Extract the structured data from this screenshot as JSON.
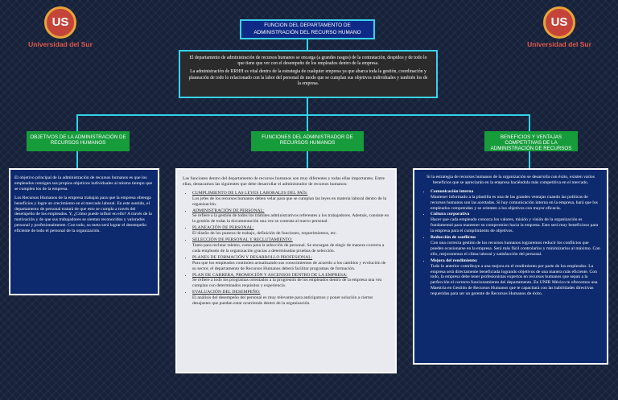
{
  "logos": {
    "left": {
      "text": "Universidad del Sur",
      "monogram": "US"
    },
    "right": {
      "text": "Universidad del Sur",
      "monogram": "US"
    }
  },
  "title": "FUNCION DEL DEPARTAMENTO DE ADMINISTRACIÓN DEL RECURSO HUMANO",
  "intro": {
    "p1": "El departamento de administración de recursos humanos se encarga (a grandes rasgos) de la contratación, despidos y de todo lo que tiene que ver con el desempeño de los empleados dentro de la empresa.",
    "p2": "La administración de RRHH es vital dentro de la estrategia de cualquier empresa ya que abarca toda la gestión, coordinación y planeación de todo lo relacionado con la labor del personal de modo que se cumplan sus objetivos individuales y también los de la empresa."
  },
  "categories": [
    {
      "label": "OBJETIVOS DE LA ADMINISTRACIÓN DE RECURSOS HUMANOS"
    },
    {
      "label": "FUNCIONES DEL ADMINISTRADOR DE RECURSOS HUMANOS"
    },
    {
      "label": "BENEFICIOS Y VENTAJAS COMPETITIVAS DE LA ADMINISTRACIÓN DE RECURSOS HUMANOS"
    }
  ],
  "objectives": {
    "p1": "El objetivo principal de la administración de recursos humanos es que los empleados consigan sus propios objetivos individuales al mismo tiempo que se cumplen los de la empresa.",
    "p2": "Los Recursos Humanos de la empresa trabajan para que la empresa obtenga beneficios y logre un crecimiento en el mercado laboral. En este sentido, el departamento de personal tratará de que esto se cumpla a través del desempeño de los empleados. Y, ¿Cómo puede influir en ello? A través de la motivación y de que sus trabajadores se sientan reconocidos y valorados personal y profesionalmente. Con todo, su meta será lograr el desempeño eficiente de todo el personal de la organización."
  },
  "functions": {
    "intro": "Las funciones dentro del departamento de recursos humanos son muy diferentes y todas ellas importantes. Entre ellas, destacamos las siguientes que debe desarrollar el administrador de recursos humanos:",
    "items": [
      {
        "title": "CUMPLIMIENTO DE LAS LEYES LABORALES DEL PAÍS:",
        "text": "Los jefes de los recursos humanos deben velar para que se cumplan las leyes en materia laboral dentro de la organización."
      },
      {
        "title": "ADMINISTRACIÓN DE PERSONAL:",
        "text": "Se refiere a la gestión de todos los trámites administrativos referentes a los trabajadores. Además, consiste en la gestión de todas la documentación una vez se contrata al nuevo personal."
      },
      {
        "title": "PLANEACIÓN DE PERSONAL:",
        "text": "El diseño de los puestos de trabajo, definición de funciones, requerimientos, etc."
      },
      {
        "title": "SELECCIÓN DE PERSONAL Y RECLUTAMIENTO:",
        "text": "Tanto para reclutar talento, como para la selección de personal. Se encargan de elegir de manera correcta a cada empleado de la organización gracias a determinadas pruebas de selección."
      },
      {
        "title": "PLANES DE FORMACIÓN Y DESARROLLO PROFESIONAL:",
        "text": "Para que los empleados continúen actualizando sus conocimientos de acuerdo a los cambios y evolución de su sector, el departamento de Recursos Humanos deberá facilitar programas de formación."
      },
      {
        "title": "PLAN DE CARRERA, PROMOCIÓN Y ASCENSOS DENTRO DE LA EMPRESA:",
        "text": "Se refiere a todo los programas orientados a la progresión de los empleados dentro de la empresa una vez cumplan con determinados requisitos y experiencia."
      },
      {
        "title": "EVALUACIÓN DEL DESEMPEÑO:",
        "text": "El análisis del desempeño del personal es muy relevante para anticiparnos y poner solución a ciertos desajustes que puedan estar ocurriendo dentro de la organización."
      }
    ]
  },
  "benefits": {
    "intro": "Si la estrategia de recursos humanos de la organización se desarrolla con éxito, existen varios beneficios que se apreciarán en la empresa haciéndola más competitiva en el mercado.",
    "items": [
      {
        "title": "Comunicación interna",
        "text": "Mantener informado a la plantilla es una de las grandes ventajas cuando las políticas de recursos humanos son las acertadas. Si hay comunicación interna en la empresa, hará que los empleados comprendan y se orienten a los objetivos con mayor eficacia."
      },
      {
        "title": "Cultura corporativa",
        "text": "Hacer que cada empleado conozca los valores, misión y visión de la organización es fundamental para mantener su compromiso hacia la empresa. Esto será muy beneficioso para la empresa para el cumplimiento de objetivos."
      },
      {
        "title": "Reducción de conflictos",
        "text": "Con una correcta gestión de los recursos humanos lograremos reducir los conflictos que pueden ocasionarse en la empresa. Será más fácil controlarlos y minimizarlos al máximo. Con ello, mejoraremos el clima laboral y satisfacción del personal."
      },
      {
        "title": "Mejora del rendimiento:",
        "text": "Todo lo anterior contribuye a una mejora en el rendimiento por parte de los empleados. La empresa será directamente beneficiada logrando objetivos de una manera más eficiente. Con todo, la empresa debe tener profesionistas expertos en recursos humanos que sepan a la perfección el correcto funcionamiento del departamento. En UNIR México te ofrecemos una Maestría en Gestión de Recursos Humanos que te capacitará con las habilidades directivas requeridas para ser un gerente de Recursos Humanos de éxito."
      }
    ]
  },
  "colors": {
    "accent": "#3ad1f0",
    "category": "#179c3c",
    "panel": "#0e2a6e",
    "title_box": "#0e2a86"
  }
}
